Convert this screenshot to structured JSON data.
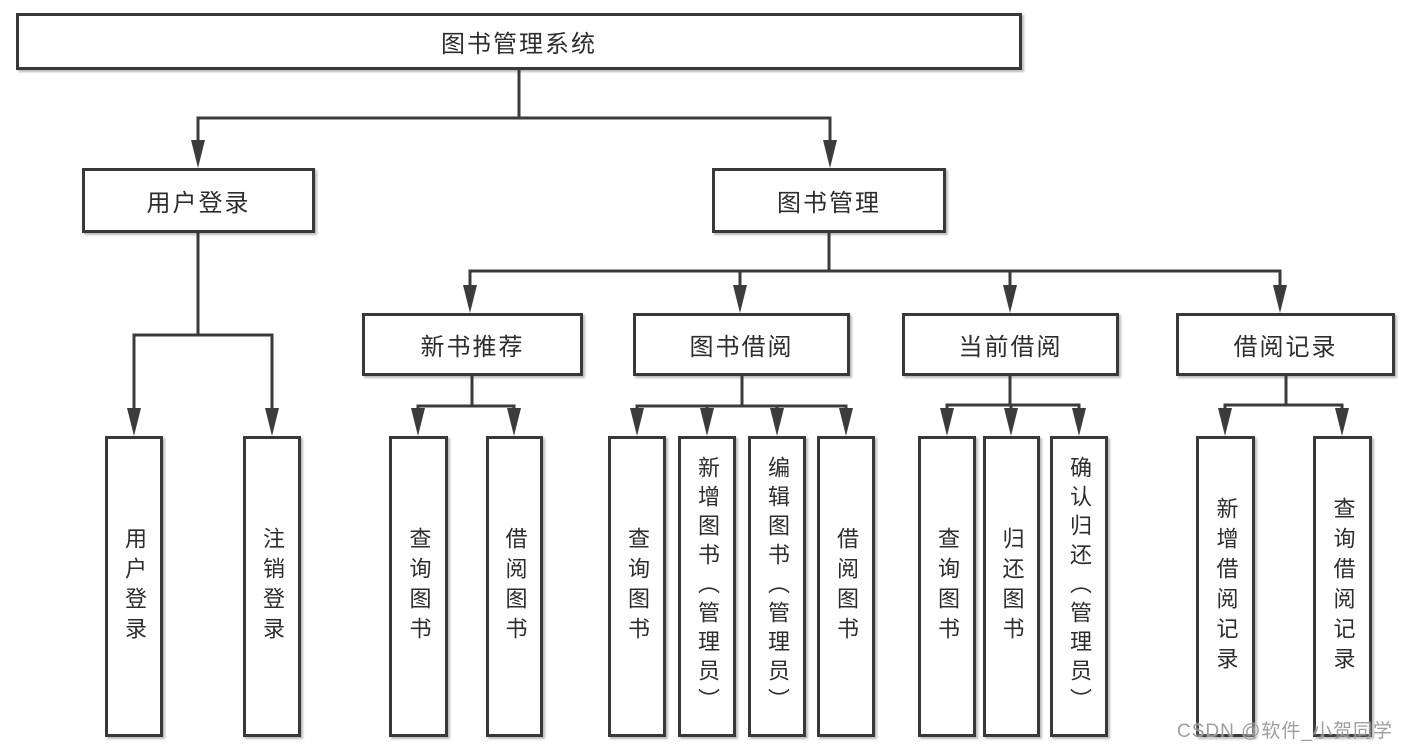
{
  "tree": {
    "label": "图书管理系统",
    "children": [
      {
        "label": "用户登录",
        "children": [
          {
            "label": "用户登录"
          },
          {
            "label": "注销登录"
          }
        ]
      },
      {
        "label": "图书管理",
        "children": [
          {
            "label": "新书推荐",
            "children": [
              {
                "label": "查询图书"
              },
              {
                "label": "借阅图书"
              }
            ]
          },
          {
            "label": "图书借阅",
            "children": [
              {
                "label": "查询图书"
              },
              {
                "label": "新增图书（管理员）"
              },
              {
                "label": "编辑图书（管理员）"
              },
              {
                "label": "借阅图书"
              }
            ]
          },
          {
            "label": "当前借阅",
            "children": [
              {
                "label": "查询图书"
              },
              {
                "label": "归还图书"
              },
              {
                "label": "确认归还（管理员）"
              }
            ]
          },
          {
            "label": "借阅记录",
            "children": [
              {
                "label": "新增借阅记录"
              },
              {
                "label": "查询借阅记录"
              }
            ]
          }
        ]
      }
    ]
  },
  "watermark": {
    "text": "CSDN @软件_小贺同学"
  },
  "colors": {
    "line": "#3b3b3b",
    "box_border": "#383838",
    "text": "#2d2d2d",
    "background": "#ffffff",
    "watermark": "#949494"
  }
}
